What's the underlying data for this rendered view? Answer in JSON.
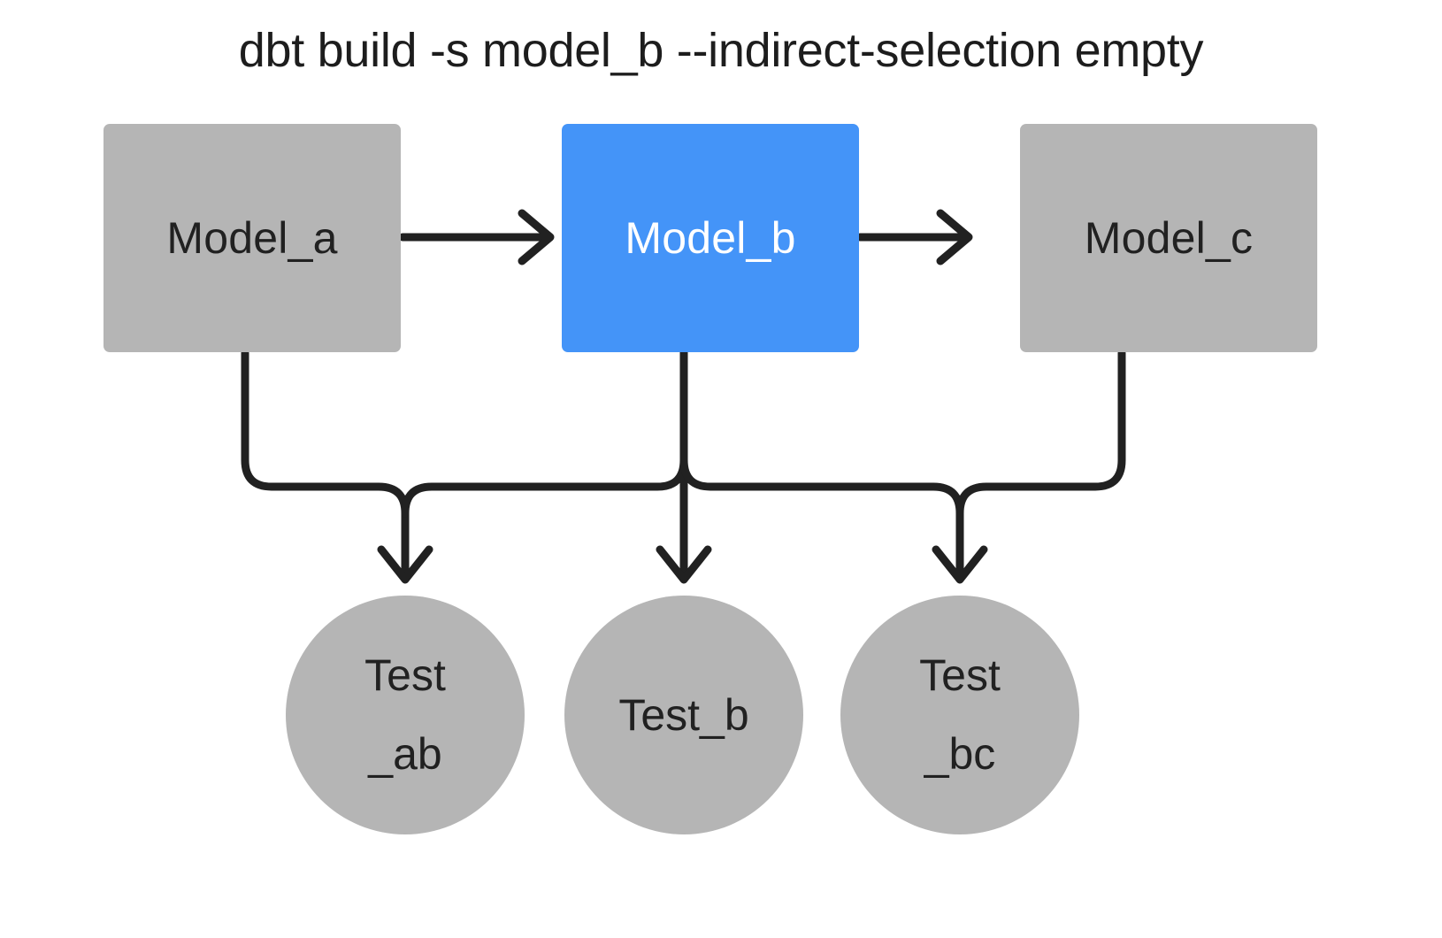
{
  "title": "dbt build -s model_b --indirect-selection empty",
  "colors": {
    "background": "#ffffff",
    "node_gray": "#b5b5b5",
    "node_selected_blue": "#4494f8",
    "edge": "#212121",
    "text_dark": "#212121",
    "text_light": "#ffffff"
  },
  "models": [
    {
      "id": "model-a",
      "label": "Model_a",
      "selected": false,
      "fill": "#b5b5b5",
      "text_color": "#212121"
    },
    {
      "id": "model-b",
      "label": "Model_b",
      "selected": true,
      "fill": "#4494f8",
      "text_color": "#ffffff"
    },
    {
      "id": "model-c",
      "label": "Model_c",
      "selected": false,
      "fill": "#b5b5b5",
      "text_color": "#212121"
    }
  ],
  "tests": [
    {
      "id": "test-ab",
      "label": "Test_ab",
      "line1": "Test",
      "line2": "_ab",
      "wrapped": true,
      "fill": "#b5b5b5"
    },
    {
      "id": "test-b",
      "label": "Test_b",
      "line1": "Test_b",
      "line2": "",
      "wrapped": false,
      "fill": "#b5b5b5"
    },
    {
      "id": "test-bc",
      "label": "Test_bc",
      "line1": "Test",
      "line2": "_bc",
      "wrapped": true,
      "fill": "#b5b5b5"
    }
  ],
  "edges": [
    {
      "id": "edge-model-a-to-model-b",
      "from": "Model_a",
      "to": "Model_b",
      "direction": "horizontal"
    },
    {
      "id": "edge-model-b-to-model-c",
      "from": "Model_b",
      "to": "Model_c",
      "direction": "horizontal"
    },
    {
      "id": "edge-model-a-to-test-ab",
      "from": "Model_a",
      "to": "Test_ab",
      "direction": "elbow"
    },
    {
      "id": "edge-model-b-to-test-ab",
      "from": "Model_b",
      "to": "Test_ab",
      "direction": "elbow"
    },
    {
      "id": "edge-model-b-to-test-b",
      "from": "Model_b",
      "to": "Test_b",
      "direction": "vertical"
    },
    {
      "id": "edge-model-b-to-test-bc",
      "from": "Model_b",
      "to": "Test_bc",
      "direction": "elbow"
    },
    {
      "id": "edge-model-c-to-test-bc",
      "from": "Model_c",
      "to": "Test_bc",
      "direction": "elbow"
    }
  ]
}
